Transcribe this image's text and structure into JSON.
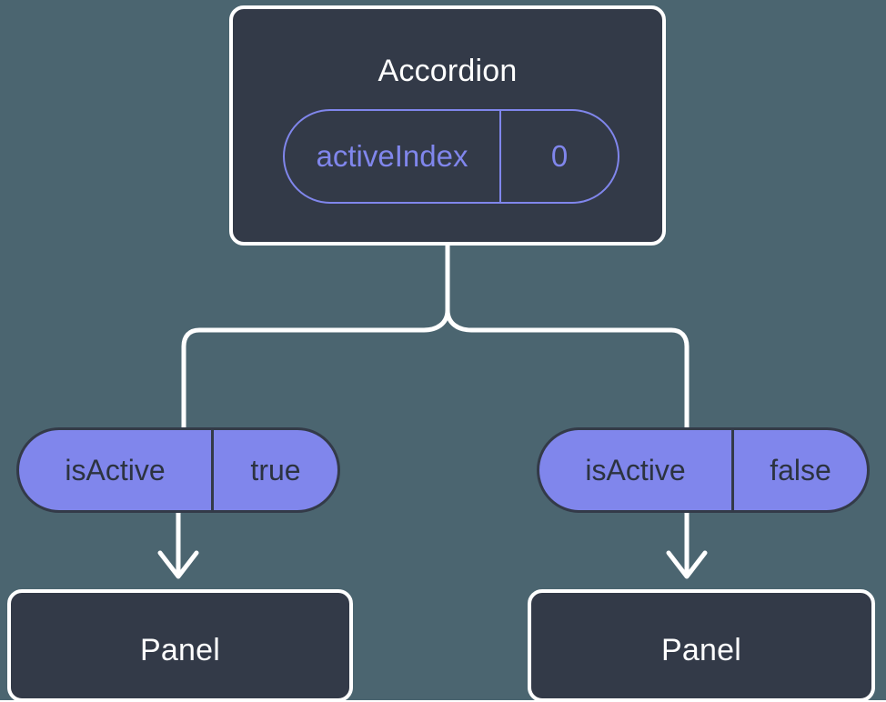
{
  "diagram": {
    "type": "component-state-tree",
    "background_color": "#4B6570",
    "node_fill_color": "#333A48",
    "node_border_color": "#FFFFFF",
    "accent_color": "#8086EC",
    "edge_color": "#FFFFFF",
    "root": {
      "title": "Accordion",
      "state": {
        "key": "activeIndex",
        "value": "0"
      }
    },
    "branches": [
      {
        "prop": {
          "key": "isActive",
          "value": "true"
        },
        "child": {
          "title": "Panel"
        },
        "arrow": "down-arrow-icon"
      },
      {
        "prop": {
          "key": "isActive",
          "value": "false"
        },
        "child": {
          "title": "Panel"
        },
        "arrow": "down-arrow-icon"
      }
    ]
  }
}
